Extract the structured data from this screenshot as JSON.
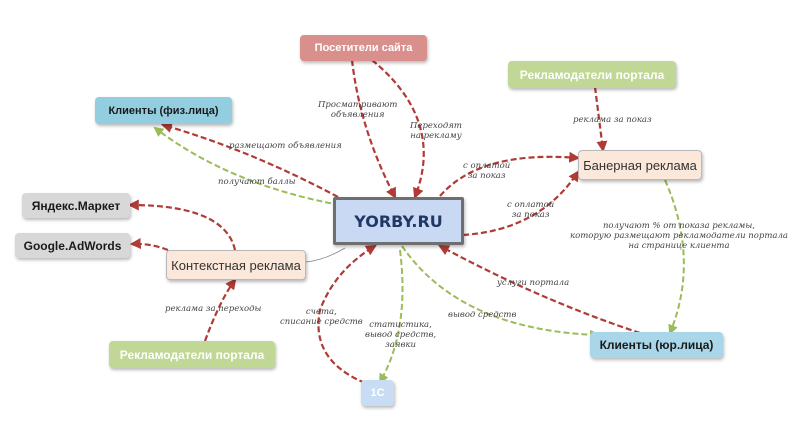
{
  "center": {
    "label": "YORBY.RU"
  },
  "nodes": {
    "visitors": "Посетители сайта",
    "clients_individuals": "Клиенты (физ.лица)",
    "advertisers_top": "Рекламодатели портала",
    "banner_ads": "Банерная реклама",
    "yandex_market": "Яндекс.Маркет",
    "google_adwords": "Google.AdWords",
    "context_ads": "Контекстная реклама",
    "advertisers_bottom": "Рекламодатели портала",
    "one_c": "1С",
    "clients_legal": "Клиенты (юр.лица)"
  },
  "edge_labels": {
    "view_ads_1": "Просматривают",
    "view_ads_2": "объявления",
    "go_to_ad_1": "Переходят",
    "go_to_ad_2": "на рекламу",
    "place_ads": "размещают объявления",
    "get_points": "получают баллы",
    "paid_views_1": "с оплатой",
    "paid_views_2": "за показ",
    "paid_display_1": "с оплатой",
    "paid_display_2": "за показ",
    "ad_per_view": "реклама за показ",
    "percent_1": "получают % от показа рекламы,",
    "percent_2": "которую размещают рекламодатели портала",
    "percent_3": "на странице клиента",
    "portal_services": "услуги портала",
    "withdraw": "вывод средств",
    "invoices_1": "счета,",
    "invoices_2": "списание средств",
    "stats_1": "статистика,",
    "stats_2": "вывод средств,",
    "stats_3": "заявки",
    "ad_per_click": "реклама за переходы"
  },
  "colors": {
    "red_arrow": "#b03a35",
    "green_arrow": "#9cbb59",
    "center_fill": "#c9d9f4",
    "visitors_fill": "#d98f8c",
    "blue_fill": "#93cde0",
    "green_fill": "#c1d795",
    "peach_fill": "#fbe8da",
    "gray_fill": "#d8d8d8",
    "one_c_fill": "#c8dcf3"
  }
}
